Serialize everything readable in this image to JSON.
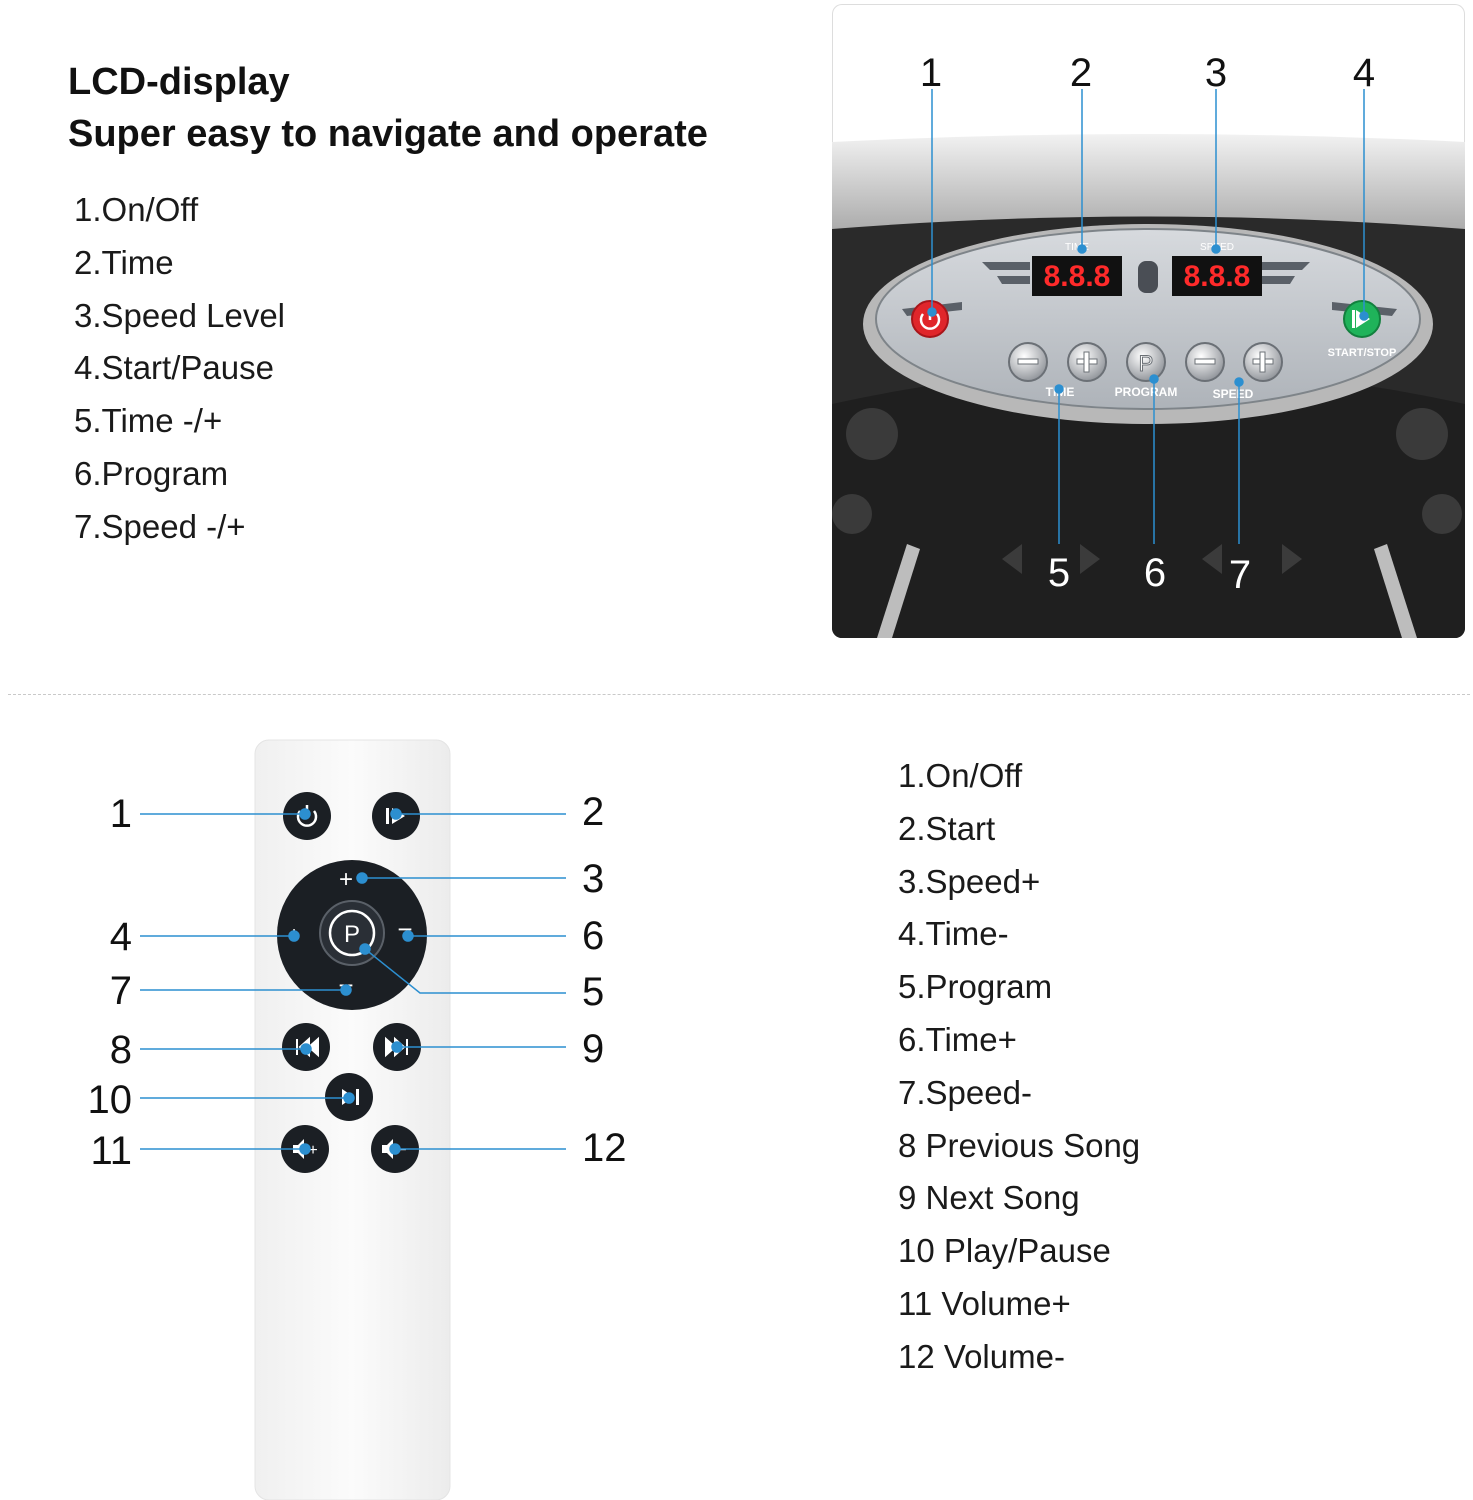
{
  "heading": {
    "line1": "LCD-display",
    "line2": "Super easy to navigate and operate"
  },
  "panel_features": [
    "1.On/Off",
    "2.Time",
    "3.Speed Level",
    "4.Start/Pause",
    "5.Time -/+",
    "6.Program",
    "7.Speed -/+"
  ],
  "panel_image": {
    "callouts": [
      "1",
      "2",
      "3",
      "4",
      "5",
      "6",
      "7"
    ],
    "time_label": "TIME",
    "speed_label": "SPEED",
    "time_display": "8.8.8",
    "speed_display": "8.8.8",
    "start_stop_label": "START/STOP",
    "button_time_label": "TIME",
    "button_program_label": "PROGRAM",
    "button_speed_label": "SPEED",
    "power_color": "#e0262b",
    "start_color": "#1fb35a",
    "led_color": "#ff2a2a"
  },
  "remote_image": {
    "left_numbers": [
      "1",
      "4",
      "7",
      "8",
      "10",
      "11"
    ],
    "right_numbers": [
      "2",
      "3",
      "6",
      "5",
      "9",
      "12"
    ],
    "accent_color": "#2c8fd0"
  },
  "remote_features": [
    "1.On/Off",
    "2.Start",
    "3.Speed+",
    "4.Time-",
    "5.Program",
    "6.Time+",
    "7.Speed-",
    "8 Previous Song",
    "9 Next Song",
    "10 Play/Pause",
    "11 Volume+",
    "12 Volume-"
  ]
}
